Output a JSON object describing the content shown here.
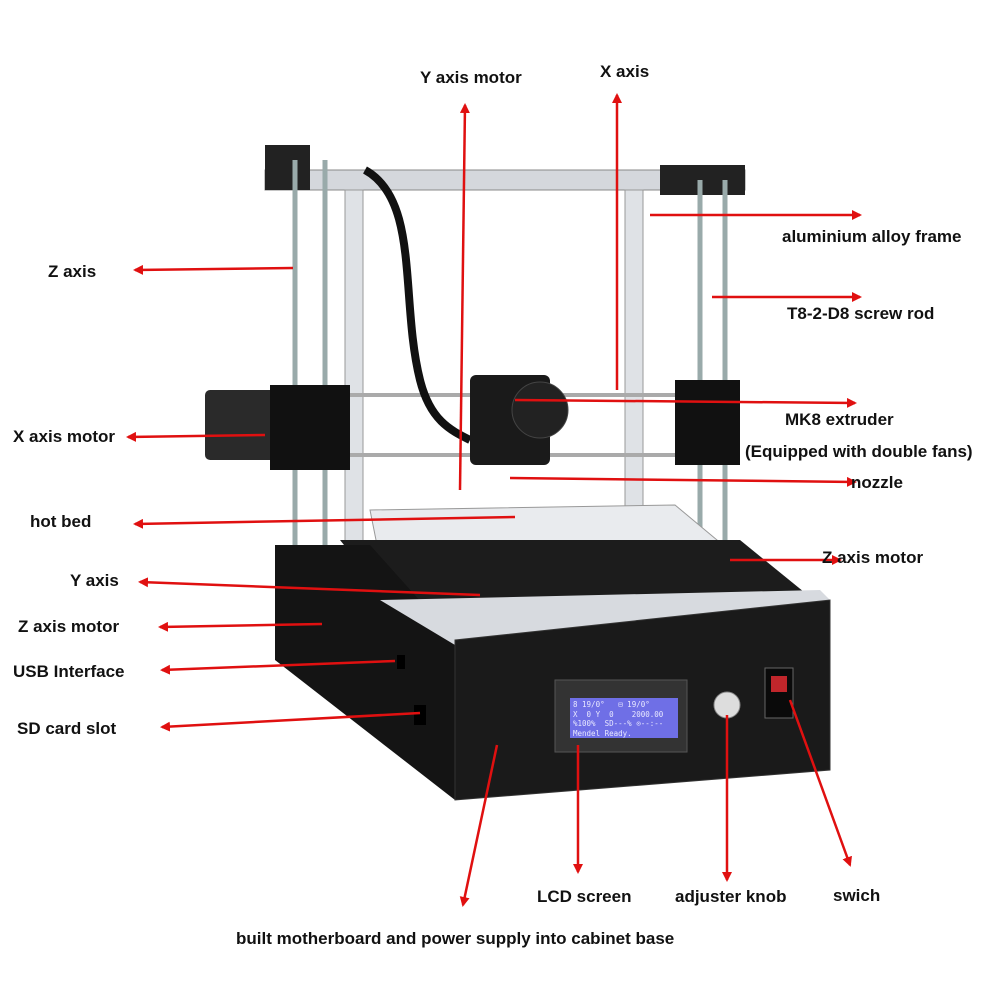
{
  "labels": {
    "y_axis_motor": "Y axis motor",
    "x_axis": "X axis",
    "aluminium_frame": "aluminium alloy frame",
    "z_axis": "Z axis",
    "screw_rod": "T8-2-D8 screw rod",
    "x_axis_motor": "X axis motor",
    "extruder": "MK8 extruder",
    "extruder_note": "(Equipped with double fans)",
    "nozzle": "nozzle",
    "hot_bed": "hot bed",
    "z_axis_motor_right": "Z axis motor",
    "y_axis": "Y axis",
    "z_axis_motor_left": "Z axis motor",
    "usb": "USB Interface",
    "sd_card": "SD card slot",
    "lcd_screen": "LCD screen",
    "knob": "adjuster knob",
    "switch": "swich",
    "cabinet": "built motherboard and power supply into cabinet base"
  },
  "lcd": {
    "line1": "8 19/0°   ⊟ 19/0°",
    "line2": "X  0 Y  0    2000.00",
    "line3": "%100%  SD---% ⊙--:--",
    "line4": "Mendel Ready."
  },
  "colors": {
    "arrow": "#e01010",
    "frame": "#c8ccd2",
    "cabinet": "#1a1a1a",
    "lcd": "#6f6fe6"
  }
}
